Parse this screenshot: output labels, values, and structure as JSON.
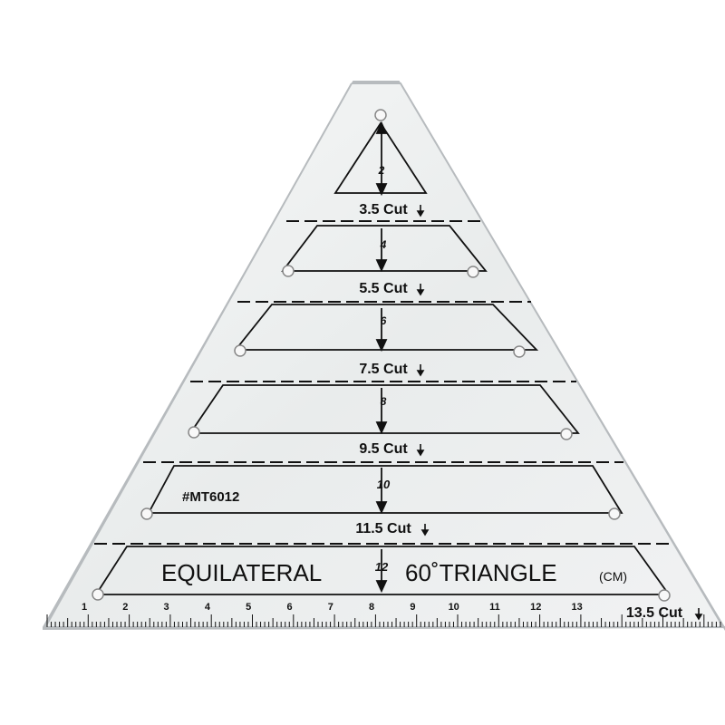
{
  "product": {
    "code": "#MT6012",
    "title_left": "EQUILATERAL",
    "title_right": "60˚TRIANGLE",
    "unit": "(CM)"
  },
  "rows": [
    {
      "cut": "3.5 Cut",
      "height": "2"
    },
    {
      "cut": "5.5 Cut",
      "height": "4"
    },
    {
      "cut": "7.5 Cut",
      "height": "6"
    },
    {
      "cut": "9.5 Cut",
      "height": "8"
    },
    {
      "cut": "11.5 Cut",
      "height": "10"
    },
    {
      "cut": "13.5 Cut",
      "height": "12"
    }
  ],
  "ruler_ticks": [
    "1",
    "2",
    "3",
    "4",
    "5",
    "6",
    "7",
    "8",
    "9",
    "10",
    "11",
    "12",
    "13"
  ],
  "colors": {
    "acrylic": "#eef0f1",
    "edge": "#b9bdc0",
    "ink": "#111111"
  },
  "cut_arrow": "down-arrow-icon"
}
